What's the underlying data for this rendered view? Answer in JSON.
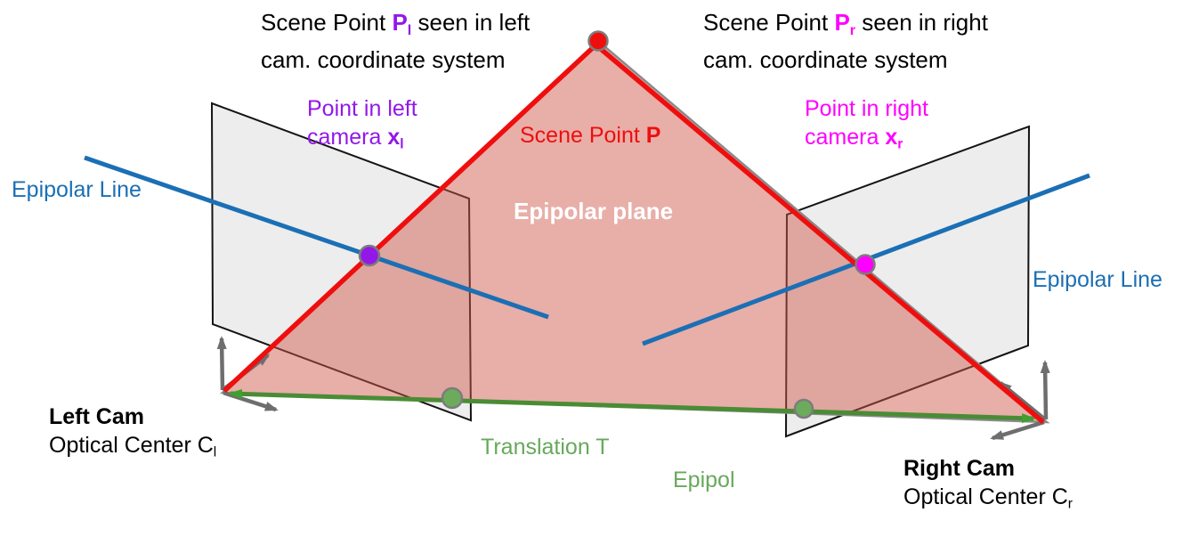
{
  "colors": {
    "red": "#EF0E0E",
    "blue": "#1B6FB5",
    "purple": "#9318E8",
    "magenta": "#FF00FF",
    "green_line": "#4A8C35",
    "green_arrow": "#3FA02F",
    "green_dot": "#6CAB5C",
    "green_text": "#67A95B",
    "gray_arrow": "#6E6E6E",
    "plane_fill": "#EDEDED",
    "plane_stroke": "#141414",
    "triangle_fill": "rgba(206,86,74,0.48)",
    "triangle_stroke": "#8A8A8A",
    "dot_stroke": "#7C7C7C",
    "white": "#FFFFFF",
    "black": "#000000"
  },
  "captions": {
    "left": {
      "part1": "Scene Point ",
      "var": "P",
      "sub": "l",
      "part2": " seen in left",
      "line2": "cam. coordinate system"
    },
    "right": {
      "part1": "Scene Point ",
      "var": "P",
      "sub": "r",
      "part2": " seen in right",
      "line2": "cam. coordinate system"
    }
  },
  "labels": {
    "point_left": {
      "line1": "Point in left",
      "line2": "camera ",
      "var": "x",
      "sub": "l"
    },
    "point_right": {
      "line1": "Point in right",
      "line2": "camera ",
      "var": "x",
      "sub": "r"
    },
    "scene_point": {
      "part1": "Scene Point ",
      "var": "P"
    },
    "epipolar_plane": "Epipolar plane",
    "epipolar_line_left": "Epipolar Line",
    "epipolar_line_right": "Epipolar Line",
    "left_cam": {
      "line1": "Left Cam",
      "line2": "Optical Center C",
      "sub": "l"
    },
    "right_cam": {
      "line1": "Right Cam",
      "line2": "Optical Center C",
      "sub": "r"
    },
    "translation": "Translation T",
    "epipol": "Epipol"
  },
  "points": {
    "scene_point_dot": "red",
    "left_image_point_dot": "purple",
    "right_image_point_dot": "magenta",
    "left_epipole_dot": "green",
    "right_epipole_dot": "green"
  }
}
